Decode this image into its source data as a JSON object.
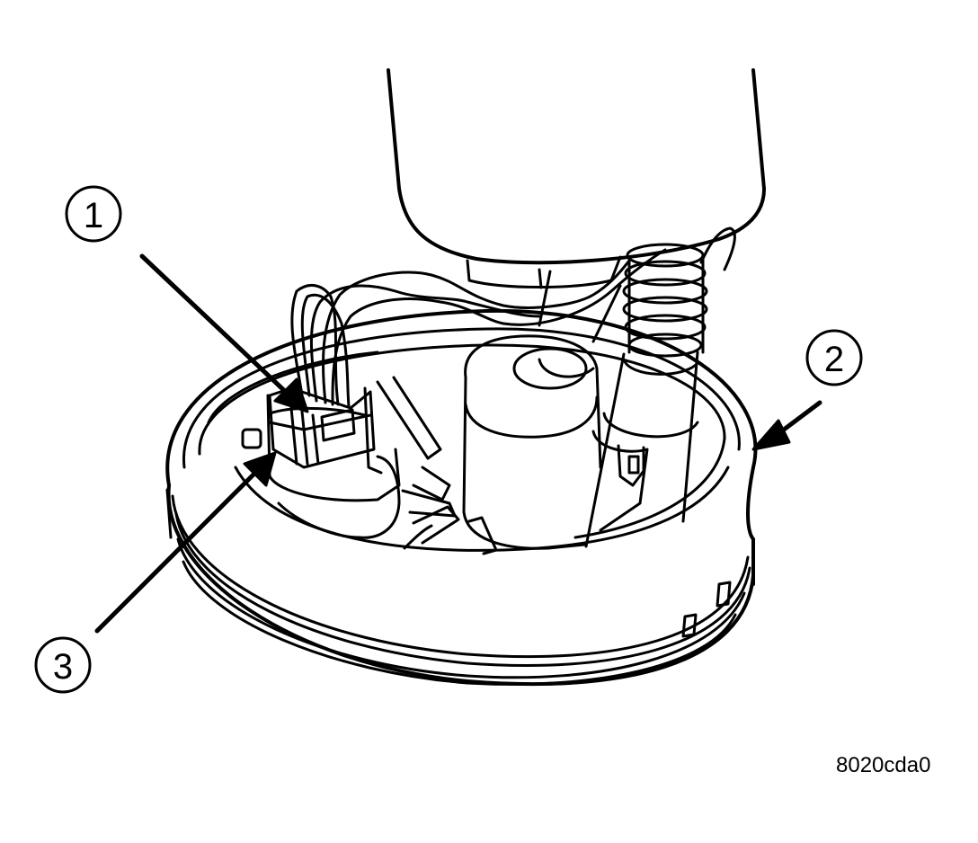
{
  "figure": {
    "code": "8020cda0",
    "line_color": "#000000",
    "background": "#ffffff"
  },
  "callouts": [
    {
      "number": "1"
    },
    {
      "number": "2"
    },
    {
      "number": "3"
    }
  ]
}
